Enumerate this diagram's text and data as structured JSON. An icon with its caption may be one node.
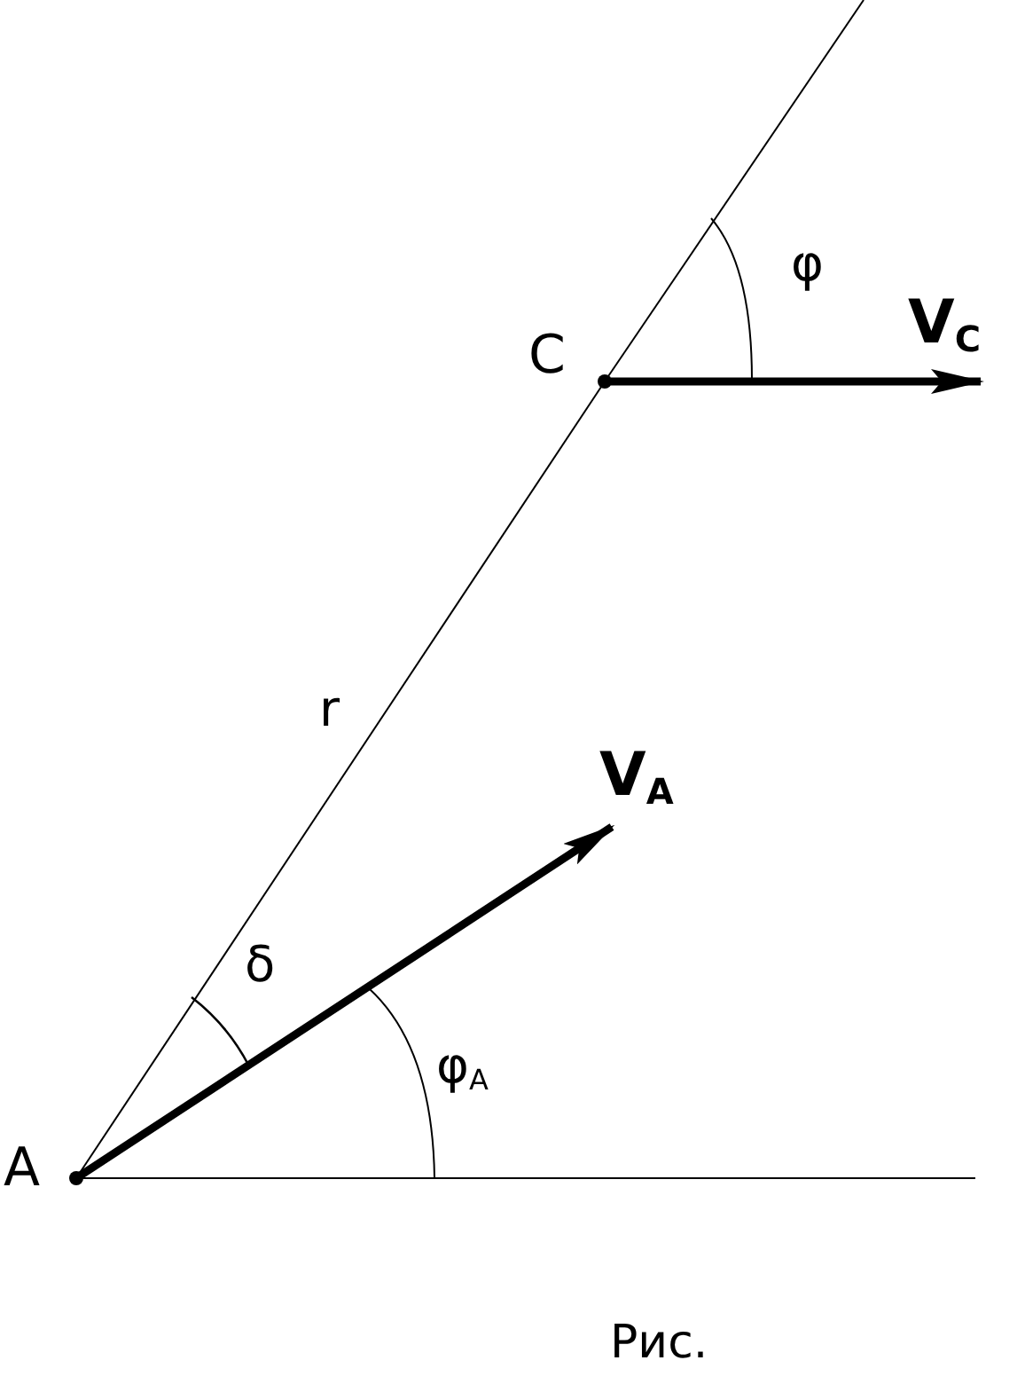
{
  "diagram": {
    "caption": "Рис.",
    "nodes": [
      {
        "text": [
          "A"
        ]
      },
      {
        "text": [
          "C"
        ]
      }
    ],
    "edges": [
      {
        "from": 0,
        "to": 1,
        "arrow": "none",
        "label": "r"
      },
      {
        "from": 0,
        "to": null,
        "arrow": "to",
        "label": "V$_{A}$"
      },
      {
        "from": 1,
        "to": null,
        "arrow": "to",
        "label": "V$_{C}$"
      }
    ],
    "labels": [
      "δ",
      "φ",
      "φ$_{A}$"
    ]
  }
}
